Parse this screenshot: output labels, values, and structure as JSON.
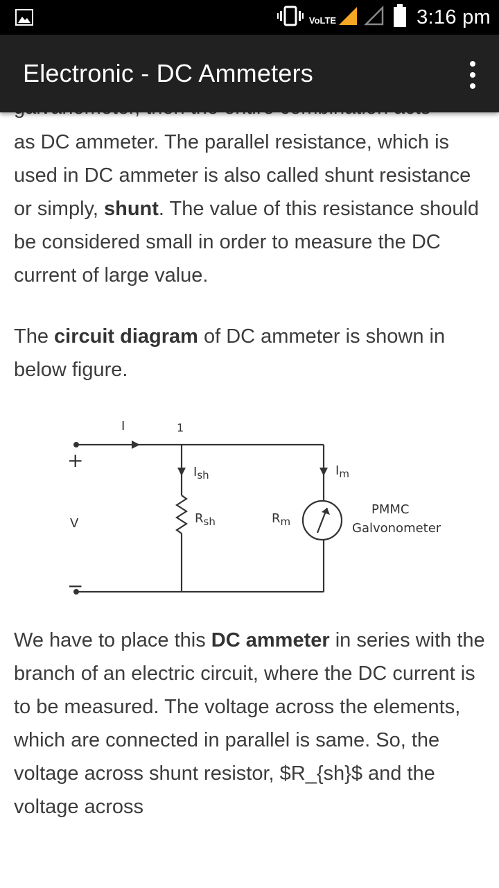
{
  "status_bar": {
    "time": "3:16 pm",
    "network_label": "VoLTE",
    "icons": [
      "gallery-notification-icon",
      "vibrate-icon",
      "signal-icon",
      "signal-secondary-icon",
      "battery-icon"
    ]
  },
  "app_bar": {
    "title": "Electronic - DC Ammeters",
    "menu_icon": "more-vert-icon"
  },
  "content": {
    "partial_top_line": "galvanometer, then the entire combination acts",
    "para1": {
      "part1": "as DC ammeter. The parallel resistance, which is used in DC ammeter is also called shunt resistance or simply, ",
      "bold": "shunt",
      "part2": ". The value of this resistance should be considered small in order to measure the DC current of large value."
    },
    "para2": {
      "part1": "The ",
      "bold": "circuit diagram",
      "part2": " of DC ammeter is shown in below figure."
    },
    "para3": {
      "part1": "We have to place this ",
      "bold": "DC ammeter",
      "part2": " in series with the branch of an electric circuit, where the DC current is to be measured. The voltage across the elements, which are connected in parallel is same. So, the voltage across shunt resistor, $R_{sh}$ and the voltage across"
    }
  },
  "figure": {
    "label_i": "I",
    "label_node": "1",
    "label_plus": "+",
    "label_minus": "−",
    "label_v": "V",
    "label_ish_main": "I",
    "label_ish_sub": "sh",
    "label_rsh_main": "R",
    "label_rsh_sub": "sh",
    "label_rm_main": "R",
    "label_rm_sub": "m",
    "label_im_main": "I",
    "label_im_sub": "m",
    "label_pmmc": "PMMC",
    "label_galvo": "Galvonometer"
  }
}
